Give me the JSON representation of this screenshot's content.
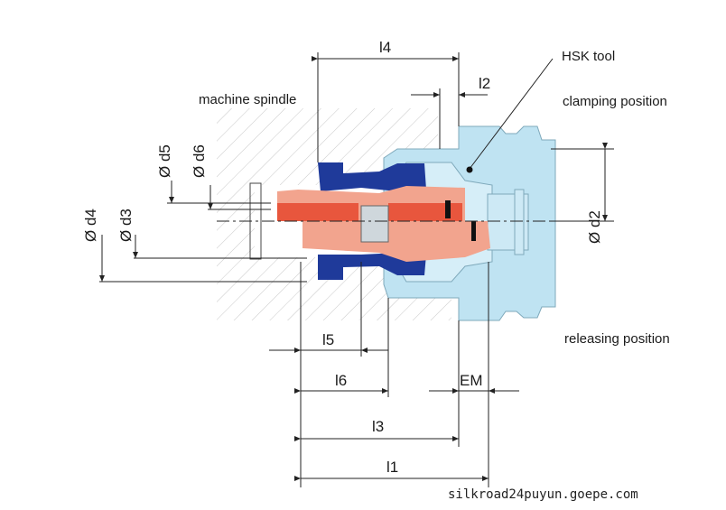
{
  "labels": {
    "machine_spindle": "machine spindle",
    "hsk_tool": "HSK tool",
    "clamping_position": "clamping position",
    "releasing_position": "releasing position"
  },
  "dimensions": {
    "l4": "l4",
    "l2": "l2",
    "d5": "Ø d5",
    "d6": "Ø d6",
    "d4": "Ø d4",
    "d3": "Ø d3",
    "d2": "Ø d2",
    "l5": "l5",
    "l6": "l6",
    "em": "EM",
    "l3": "l3",
    "l1": "l1"
  },
  "watermark": "silkroad24puyun.goepe.com",
  "colors": {
    "tool": "#bfe3f2",
    "sleeve": "#1f3a9a",
    "collet": "#f2a48e",
    "collet_dark": "#e8563d"
  }
}
